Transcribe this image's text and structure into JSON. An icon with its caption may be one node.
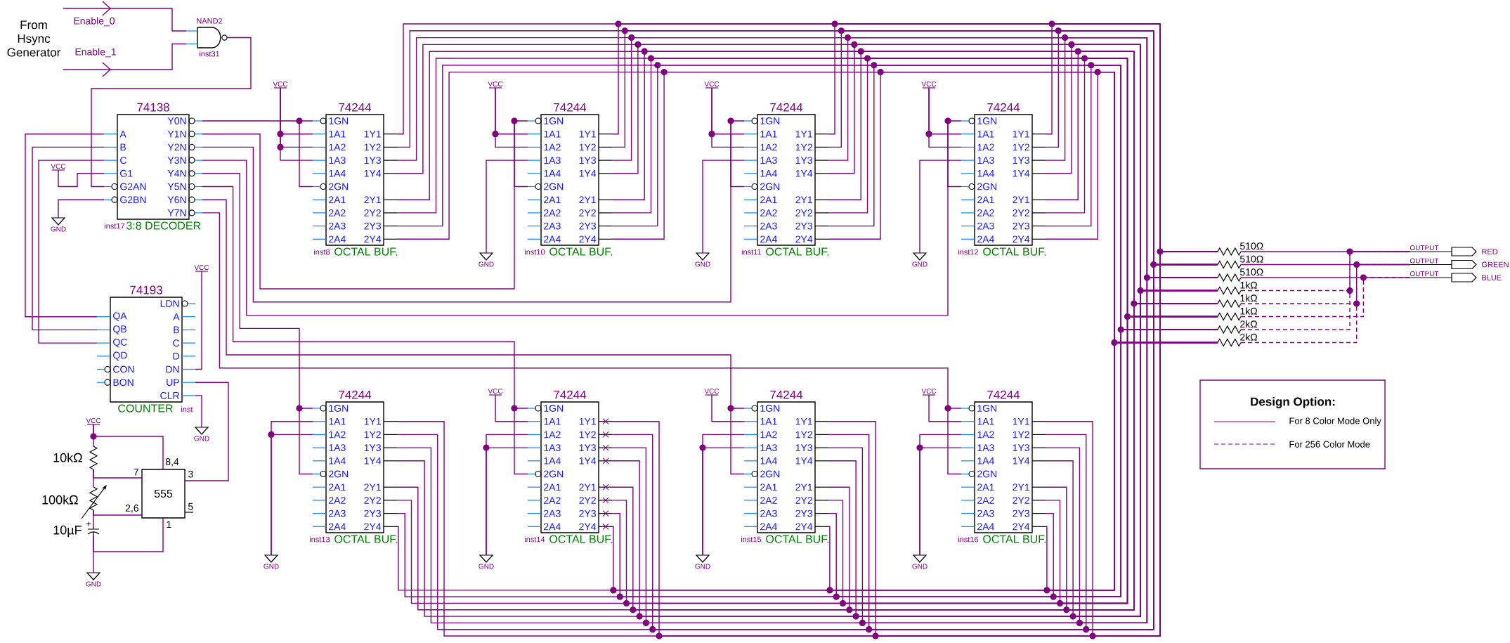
{
  "diagram": {
    "nodes": [
      {
        "text": [
          "NAND2"
        ],
        "beside": [
          "inst31"
        ]
      },
      {
        "text": [
          "74138",
          "A",
          "B",
          "C",
          "G1",
          "G2AN",
          "G2BN",
          "Y0N",
          "Y1N",
          "Y2N",
          "Y3N",
          "Y4N",
          "Y5N",
          "Y6N",
          "Y7N",
          "3:8 DECODER",
          "inst17"
        ]
      },
      {
        "text": [
          "74193",
          "QA",
          "QB",
          "QC",
          "QD",
          "CON",
          "BON",
          "LDN",
          "A",
          "B",
          "C",
          "D",
          "DN",
          "UP",
          "CLR",
          "COUNTER",
          "inst"
        ]
      },
      {
        "text": [
          "555"
        ],
        "beside": [
          "8,4",
          "7",
          "3",
          "2,6",
          "5",
          "1"
        ]
      },
      {
        "text": [
          "10kΩ"
        ]
      },
      {
        "text": [
          "100kΩ"
        ]
      },
      {
        "text": [
          "10µF",
          "+"
        ]
      },
      {
        "text": [
          "74244",
          "1GN",
          "1A1",
          "1A2",
          "1A3",
          "1A4",
          "2GN",
          "2A1",
          "2A2",
          "2A3",
          "2A4",
          "1Y1",
          "1Y2",
          "1Y3",
          "1Y4",
          "2Y1",
          "2Y2",
          "2Y3",
          "2Y4",
          "OCTAL BUF.",
          "inst8"
        ]
      },
      {
        "text": [
          "74244",
          "1GN",
          "1A1",
          "1A2",
          "1A3",
          "1A4",
          "2GN",
          "2A1",
          "2A2",
          "2A3",
          "2A4",
          "1Y1",
          "1Y2",
          "1Y3",
          "1Y4",
          "2Y1",
          "2Y2",
          "2Y3",
          "2Y4",
          "OCTAL BUF.",
          "inst10"
        ]
      },
      {
        "text": [
          "74244",
          "1GN",
          "1A1",
          "1A2",
          "1A3",
          "1A4",
          "2GN",
          "2A1",
          "2A2",
          "2A3",
          "2A4",
          "1Y1",
          "1Y2",
          "1Y3",
          "1Y4",
          "2Y1",
          "2Y2",
          "2Y3",
          "2Y4",
          "OCTAL BUF.",
          "inst11"
        ]
      },
      {
        "text": [
          "74244",
          "1GN",
          "1A1",
          "1A2",
          "1A3",
          "1A4",
          "2GN",
          "2A1",
          "2A2",
          "2A3",
          "2A4",
          "1Y1",
          "1Y2",
          "1Y3",
          "1Y4",
          "2Y1",
          "2Y2",
          "2Y3",
          "2Y4",
          "OCTAL BUF.",
          "inst12"
        ]
      },
      {
        "text": [
          "74244",
          "1GN",
          "1A1",
          "1A2",
          "1A3",
          "1A4",
          "2GN",
          "2A1",
          "2A2",
          "2A3",
          "2A4",
          "1Y1",
          "1Y2",
          "1Y3",
          "1Y4",
          "2Y1",
          "2Y2",
          "2Y3",
          "2Y4",
          "OCTAL BUF.",
          "inst13"
        ]
      },
      {
        "text": [
          "74244",
          "1GN",
          "1A1",
          "1A2",
          "1A3",
          "1A4",
          "2GN",
          "2A1",
          "2A2",
          "2A3",
          "2A4",
          "1Y1",
          "1Y2",
          "1Y3",
          "1Y4",
          "2Y1",
          "2Y2",
          "2Y3",
          "2Y4",
          "OCTAL BUF.",
          "inst14"
        ]
      },
      {
        "text": [
          "74244",
          "1GN",
          "1A1",
          "1A2",
          "1A3",
          "1A4",
          "2GN",
          "2A1",
          "2A2",
          "2A3",
          "2A4",
          "1Y1",
          "1Y2",
          "1Y3",
          "1Y4",
          "2Y1",
          "2Y2",
          "2Y3",
          "2Y4",
          "OCTAL BUF.",
          "inst15"
        ]
      },
      {
        "text": [
          "74244",
          "1GN",
          "1A1",
          "1A2",
          "1A3",
          "1A4",
          "2GN",
          "2A1",
          "2A2",
          "2A3",
          "2A4",
          "1Y1",
          "1Y2",
          "1Y3",
          "1Y4",
          "2Y1",
          "2Y2",
          "2Y3",
          "2Y4",
          "OCTAL BUF.",
          "inst16"
        ]
      },
      {
        "text": [
          "510Ω"
        ]
      },
      {
        "text": [
          "510Ω"
        ]
      },
      {
        "text": [
          "510Ω"
        ]
      },
      {
        "text": [
          "1kΩ"
        ]
      },
      {
        "text": [
          "1kΩ"
        ]
      },
      {
        "text": [
          "1kΩ"
        ]
      },
      {
        "text": [
          "2kΩ"
        ]
      },
      {
        "text": [
          "2kΩ"
        ]
      },
      {
        "text": [
          "RED"
        ],
        "beside": [
          "OUTPUT"
        ]
      },
      {
        "text": [
          "GREEN"
        ],
        "beside": [
          "OUTPUT"
        ]
      },
      {
        "text": [
          "BLUE"
        ],
        "beside": [
          "OUTPUT"
        ]
      },
      {
        "text": [
          "VCC"
        ]
      },
      {
        "text": [
          "VCC"
        ]
      },
      {
        "text": [
          "VCC"
        ]
      },
      {
        "text": [
          "VCC"
        ]
      },
      {
        "text": [
          "VCC"
        ]
      },
      {
        "text": [
          "GND"
        ]
      },
      {
        "text": [
          "GND"
        ]
      },
      {
        "text": [
          "GND"
        ]
      },
      {
        "text": [
          "GND"
        ]
      },
      {
        "text": [
          "VCC"
        ]
      },
      {
        "text": [
          "VCC"
        ]
      },
      {
        "text": [
          "VCC"
        ]
      },
      {
        "text": [
          "VCC"
        ]
      },
      {
        "text": [
          "VCC"
        ]
      },
      {
        "text": [
          "GND"
        ]
      },
      {
        "text": [
          "GND"
        ]
      },
      {
        "text": [
          "GND"
        ]
      },
      {
        "text": [
          "GND"
        ]
      },
      {
        "text": [
          "GND"
        ]
      },
      {
        "text": [
          "GND"
        ]
      }
    ],
    "edges": [
      {
        "from": null,
        "to": 0,
        "arrow": "none",
        "label": "Enable_0"
      },
      {
        "from": null,
        "to": 0,
        "arrow": "none",
        "label": "Enable_1"
      },
      {
        "from": 0,
        "to": 1,
        "arrow": "none"
      },
      {
        "from": 2,
        "to": 1,
        "arrow": "none"
      },
      {
        "from": 2,
        "to": 1,
        "arrow": "none"
      },
      {
        "from": 2,
        "to": 1,
        "arrow": "none"
      },
      {
        "from": 3,
        "to": 2,
        "arrow": "none"
      },
      {
        "from": 4,
        "to": 3,
        "arrow": "none"
      },
      {
        "from": 4,
        "to": 5,
        "arrow": "none"
      },
      {
        "from": 5,
        "to": 3,
        "arrow": "none"
      },
      {
        "from": 5,
        "to": 6,
        "arrow": "none"
      },
      {
        "from": 6,
        "to": 3,
        "arrow": "none"
      },
      {
        "from": 1,
        "to": 7,
        "arrow": "none"
      },
      {
        "from": 1,
        "to": 8,
        "arrow": "none"
      },
      {
        "from": 1,
        "to": 9,
        "arrow": "none"
      },
      {
        "from": 1,
        "to": 10,
        "arrow": "none"
      },
      {
        "from": 1,
        "to": 11,
        "arrow": "none"
      },
      {
        "from": 1,
        "to": 12,
        "arrow": "none"
      },
      {
        "from": 1,
        "to": 13,
        "arrow": "none"
      },
      {
        "from": 1,
        "to": 14,
        "arrow": "none"
      },
      {
        "from": 7,
        "to": 15,
        "arrow": "none"
      },
      {
        "from": 7,
        "to": 16,
        "arrow": "none"
      },
      {
        "from": 7,
        "to": 17,
        "arrow": "none"
      },
      {
        "from": 7,
        "to": 18,
        "arrow": "none"
      },
      {
        "from": 7,
        "to": 19,
        "arrow": "none"
      },
      {
        "from": 7,
        "to": 20,
        "arrow": "none"
      },
      {
        "from": 7,
        "to": 21,
        "arrow": "none"
      },
      {
        "from": 7,
        "to": 22,
        "arrow": "none"
      },
      {
        "from": 8,
        "to": 15,
        "arrow": "none"
      },
      {
        "from": 8,
        "to": 16,
        "arrow": "none"
      },
      {
        "from": 8,
        "to": 17,
        "arrow": "none"
      },
      {
        "from": 8,
        "to": 18,
        "arrow": "none"
      },
      {
        "from": 8,
        "to": 19,
        "arrow": "none"
      },
      {
        "from": 8,
        "to": 20,
        "arrow": "none"
      },
      {
        "from": 8,
        "to": 21,
        "arrow": "none"
      },
      {
        "from": 8,
        "to": 22,
        "arrow": "none"
      },
      {
        "from": 9,
        "to": 15,
        "arrow": "none"
      },
      {
        "from": 9,
        "to": 16,
        "arrow": "none"
      },
      {
        "from": 9,
        "to": 17,
        "arrow": "none"
      },
      {
        "from": 9,
        "to": 18,
        "arrow": "none"
      },
      {
        "from": 9,
        "to": 19,
        "arrow": "none"
      },
      {
        "from": 9,
        "to": 20,
        "arrow": "none"
      },
      {
        "from": 9,
        "to": 21,
        "arrow": "none"
      },
      {
        "from": 9,
        "to": 22,
        "arrow": "none"
      },
      {
        "from": 10,
        "to": 15,
        "arrow": "none"
      },
      {
        "from": 10,
        "to": 16,
        "arrow": "none"
      },
      {
        "from": 10,
        "to": 17,
        "arrow": "none"
      },
      {
        "from": 10,
        "to": 18,
        "arrow": "none"
      },
      {
        "from": 10,
        "to": 19,
        "arrow": "none"
      },
      {
        "from": 10,
        "to": 20,
        "arrow": "none"
      },
      {
        "from": 10,
        "to": 21,
        "arrow": "none"
      },
      {
        "from": 10,
        "to": 22,
        "arrow": "none"
      },
      {
        "from": 11,
        "to": 15,
        "arrow": "none"
      },
      {
        "from": 11,
        "to": 16,
        "arrow": "none"
      },
      {
        "from": 11,
        "to": 17,
        "arrow": "none"
      },
      {
        "from": 11,
        "to": 18,
        "arrow": "none"
      },
      {
        "from": 11,
        "to": 19,
        "arrow": "none"
      },
      {
        "from": 11,
        "to": 20,
        "arrow": "none"
      },
      {
        "from": 11,
        "to": 21,
        "arrow": "none"
      },
      {
        "from": 11,
        "to": 22,
        "arrow": "none"
      },
      {
        "from": 12,
        "to": 15,
        "arrow": "none"
      },
      {
        "from": 12,
        "to": 16,
        "arrow": "none"
      },
      {
        "from": 12,
        "to": 17,
        "arrow": "none"
      },
      {
        "from": 12,
        "to": 18,
        "arrow": "none"
      },
      {
        "from": 12,
        "to": 19,
        "arrow": "none"
      },
      {
        "from": 12,
        "to": 20,
        "arrow": "none"
      },
      {
        "from": 12,
        "to": 21,
        "arrow": "none"
      },
      {
        "from": 12,
        "to": 22,
        "arrow": "none"
      },
      {
        "from": 13,
        "to": 15,
        "arrow": "none"
      },
      {
        "from": 13,
        "to": 16,
        "arrow": "none"
      },
      {
        "from": 13,
        "to": 17,
        "arrow": "none"
      },
      {
        "from": 13,
        "to": 18,
        "arrow": "none"
      },
      {
        "from": 13,
        "to": 19,
        "arrow": "none"
      },
      {
        "from": 13,
        "to": 20,
        "arrow": "none"
      },
      {
        "from": 13,
        "to": 21,
        "arrow": "none"
      },
      {
        "from": 13,
        "to": 22,
        "arrow": "none"
      },
      {
        "from": 14,
        "to": 15,
        "arrow": "none"
      },
      {
        "from": 14,
        "to": 16,
        "arrow": "none"
      },
      {
        "from": 14,
        "to": 17,
        "arrow": "none"
      },
      {
        "from": 14,
        "to": 18,
        "arrow": "none"
      },
      {
        "from": 14,
        "to": 19,
        "arrow": "none"
      },
      {
        "from": 14,
        "to": 20,
        "arrow": "none"
      },
      {
        "from": 14,
        "to": 21,
        "arrow": "none"
      },
      {
        "from": 14,
        "to": 22,
        "arrow": "none"
      },
      {
        "from": 15,
        "to": 23,
        "arrow": "none"
      },
      {
        "from": 16,
        "to": 24,
        "arrow": "none"
      },
      {
        "from": 17,
        "to": 25,
        "arrow": "none"
      },
      {
        "from": 18,
        "to": 23,
        "arrow": "none",
        "style": "dashed"
      },
      {
        "from": 19,
        "to": 24,
        "arrow": "none",
        "style": "dashed"
      },
      {
        "from": 20,
        "to": 25,
        "arrow": "none",
        "style": "dashed"
      },
      {
        "from": 21,
        "to": 23,
        "arrow": "none",
        "style": "dashed"
      },
      {
        "from": 22,
        "to": 24,
        "arrow": "none",
        "style": "dashed"
      },
      {
        "from": 7,
        "to": 26,
        "arrow": "none"
      },
      {
        "from": 7,
        "to": 26,
        "arrow": "none"
      },
      {
        "from": 7,
        "to": 26,
        "arrow": "none"
      },
      {
        "from": 8,
        "to": 27,
        "arrow": "none"
      },
      {
        "from": 8,
        "to": 27,
        "arrow": "none"
      },
      {
        "from": 8,
        "to": 32,
        "arrow": "none"
      },
      {
        "from": 9,
        "to": 28,
        "arrow": "none"
      },
      {
        "from": 9,
        "to": 28,
        "arrow": "none"
      },
      {
        "from": 9,
        "to": 33,
        "arrow": "none"
      },
      {
        "from": 10,
        "to": 29,
        "arrow": "none"
      },
      {
        "from": 10,
        "to": 29,
        "arrow": "none"
      },
      {
        "from": 10,
        "to": 34,
        "arrow": "none"
      },
      {
        "from": 11,
        "to": 41,
        "arrow": "none"
      },
      {
        "from": 11,
        "to": 41,
        "arrow": "none"
      },
      {
        "from": 12,
        "to": 36,
        "arrow": "none"
      },
      {
        "from": 12,
        "to": 42,
        "arrow": "none"
      },
      {
        "from": 12,
        "to": 42,
        "arrow": "none"
      },
      {
        "from": 13,
        "to": 37,
        "arrow": "none"
      },
      {
        "from": 13,
        "to": 43,
        "arrow": "none"
      },
      {
        "from": 13,
        "to": 43,
        "arrow": "none"
      },
      {
        "from": 14,
        "to": 38,
        "arrow": "none"
      },
      {
        "from": 14,
        "to": 44,
        "arrow": "none"
      },
      {
        "from": 14,
        "to": 44,
        "arrow": "none"
      },
      {
        "from": 1,
        "to": 30,
        "arrow": "none"
      },
      {
        "from": 1,
        "to": 31,
        "arrow": "none"
      },
      {
        "from": 2,
        "to": 35,
        "arrow": "none"
      },
      {
        "from": 2,
        "to": 40,
        "arrow": "none"
      },
      {
        "from": 39,
        "to": 4,
        "arrow": "none"
      },
      {
        "from": 39,
        "to": 3,
        "arrow": "none"
      },
      {
        "from": 6,
        "to": 45,
        "arrow": "none"
      }
    ],
    "labels": [
      "From Hsync Generator",
      "Design Option:"
    ],
    "legend": [
      {
        "text": "For 8 Color Mode Only"
      },
      {
        "text": "For 256 Color Mode"
      }
    ]
  }
}
